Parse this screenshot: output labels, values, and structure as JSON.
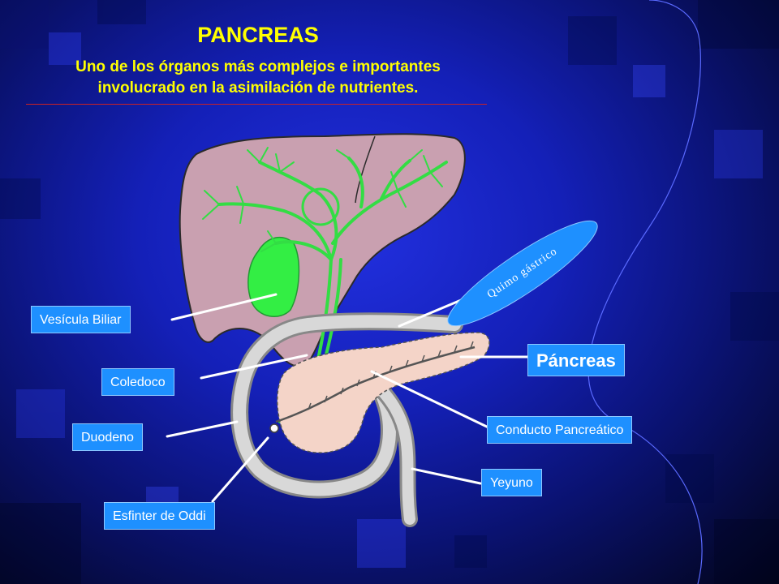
{
  "header": {
    "title": "PANCREAS",
    "subtitle_line1": "Uno de los órganos más complejos e importantes",
    "subtitle_line2": "involucrado en la asimilación de nutrientes."
  },
  "labels": {
    "vesicula": "Vesícula Biliar",
    "coledoco": "Coledoco",
    "duodeno": "Duodeno",
    "esfinter": "Esfinter de Oddi",
    "pancreas": "Páncreas",
    "conducto": "Conducto Pancreático",
    "yeyuno": "Yeyuno",
    "quimo": "Quimo gástrico"
  },
  "colors": {
    "title": "#ffff00",
    "label_bg": "#1e90ff",
    "liver": "#c9a0b0",
    "pancreas": "#f4d4c8",
    "bile_ducts": "#33dd44",
    "intestine": "#c8c8c8"
  }
}
